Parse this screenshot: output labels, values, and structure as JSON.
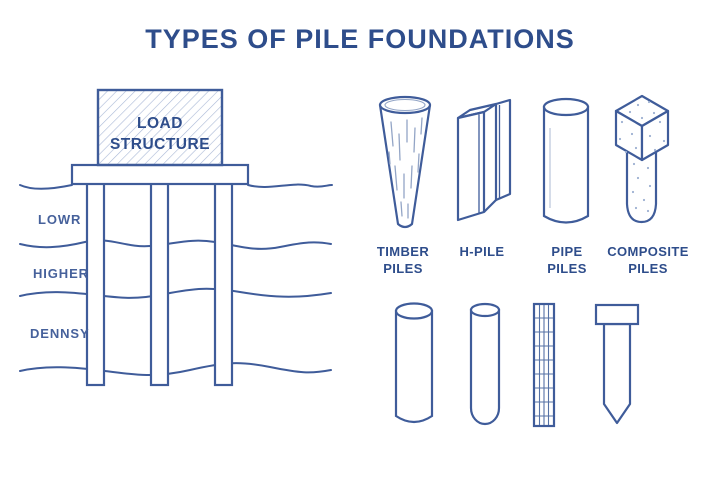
{
  "title": "TYPES OF PILE FOUNDATIONS",
  "colors": {
    "ink": "#2e4d8b",
    "line": "#3f5c9a",
    "light_detail": "#a9b8d6",
    "background": "#ffffff"
  },
  "left_diagram": {
    "name": "pile-foundation-cross-section",
    "load_label_line1": "LOAD",
    "load_label_line2": "STRUCTURE",
    "soil_layers": [
      "LOWR",
      "HIGHER",
      "DENNSY"
    ],
    "pile_count": 3,
    "ground_line_count": 4
  },
  "pile_types": [
    {
      "label_line1": "TIMBER",
      "label_line2": "PILES",
      "icon": "timber-piles-icon"
    },
    {
      "label_line1": "H-PILE",
      "label_line2": "",
      "icon": "h-pile-icon"
    },
    {
      "label_line1": "PIPE",
      "label_line2": "PILES",
      "icon": "pipe-piles-icon"
    },
    {
      "label_line1": "COMPOSITE",
      "label_line2": "PILES",
      "icon": "composite-piles-icon"
    }
  ],
  "unlabeled_pile_icons": [
    "cylindrical-pile-icon",
    "round-bottom-pile-icon",
    "reinforced-mesh-pile-icon",
    "pointed-driven-pile-icon"
  ]
}
